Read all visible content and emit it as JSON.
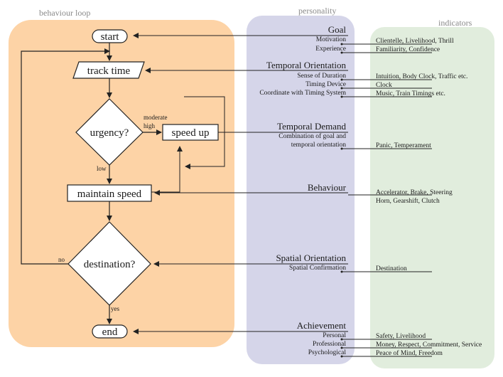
{
  "columns": {
    "loop": "behaviour loop",
    "personality": "personality",
    "indicators": "indicators"
  },
  "colors": {
    "loop_bg": "#fdd3a6",
    "personality_bg": "#d5d5e9",
    "indicators_bg": "#e1eddd",
    "line": "#222222"
  },
  "flow": {
    "start": "start",
    "track_time": "track time",
    "urgency": "urgency?",
    "speed_up": "speed up",
    "maintain_speed": "maintain speed",
    "destination": "destination?",
    "end": "end",
    "labels": {
      "moderate": "moderate",
      "high": "high",
      "low": "low",
      "no": "no",
      "yes": "yes"
    }
  },
  "personality": {
    "goal": {
      "title": "Goal",
      "motivation": "Motivation",
      "experience": "Experience"
    },
    "temporal_orientation": {
      "title": "Temporal Orientation",
      "sense_of_duration": "Sense of Duration",
      "timing_device": "Timing Device",
      "coordinate": "Coordinate with Timing System"
    },
    "temporal_demand": {
      "title": "Temporal Demand",
      "desc_line1": "Combination of goal and",
      "desc_line2": "temporal orientation"
    },
    "behaviour": {
      "title": "Behaviour"
    },
    "spatial_orientation": {
      "title": "Spatial Orientation",
      "spatial_confirmation": "Spatial Confirmation"
    },
    "achievement": {
      "title": "Achievement",
      "personal": "Personal",
      "professional": "Professional",
      "psychological": "Psychological"
    }
  },
  "indicators": {
    "motivation": "Clientelle, Livelihood, Thrill",
    "experience": "Familiarity, Confidence",
    "sense_of_duration": "Intuition, Body Clock, Traffic etc.",
    "timing_device": "Clock",
    "coordinate": "Music, Train Timings etc.",
    "temporal_demand": "Panic, Temperament",
    "behaviour_line1": "Accelerator, Brake, Steering",
    "behaviour_line2": "Horn, Gearshift, Clutch",
    "spatial_confirmation": "Destination",
    "personal": "Safety, Livelihood",
    "professional": "Money, Respect, Commitment, Service",
    "psychological": "Peace of Mind, Freedom"
  }
}
